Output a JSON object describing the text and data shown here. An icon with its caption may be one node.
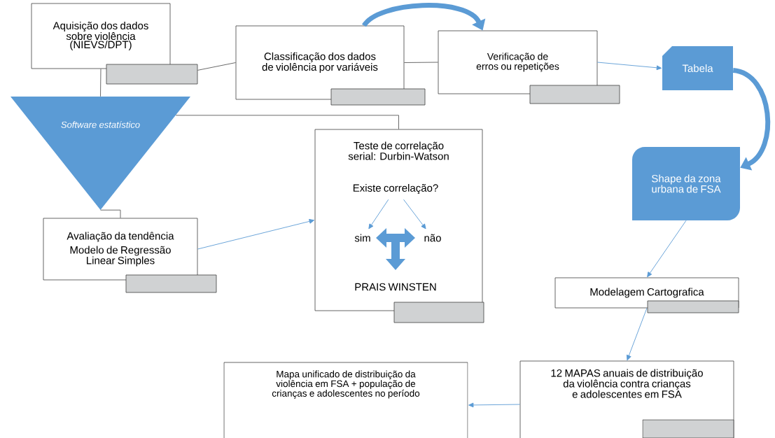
{
  "diagram": {
    "nodes": [
      {
        "text": [
          "Aquisição dos dados sobre violência (NIEVS/DPT)"
        ]
      },
      {
        "text": [
          "Classificação dos dados de violência por variáveis"
        ]
      },
      {
        "text": [
          "Verificação de erros ou repetições"
        ]
      },
      {
        "text": [
          "Tabela"
        ]
      },
      {
        "text": [
          "Software estatístico"
        ]
      },
      {
        "text": [
          "Teste de correlação serial: Durbin-Watson"
        ]
      },
      {
        "text": [
          "Existe correlação?"
        ],
        "in": 5
      },
      {
        "text": [
          "sim"
        ],
        "in": 5
      },
      {
        "text": [
          "não"
        ],
        "in": 5
      },
      {
        "text": [
          "PRAIS WINSTEN"
        ],
        "in": 5
      },
      {
        "text": [
          "Avaliação da tendência",
          "Modelo de Regressão Linear Simples"
        ]
      },
      {
        "text": [
          "Shape da zona urbana de FSA"
        ]
      },
      {
        "text": [
          "Modelagem Cartografica"
        ]
      },
      {
        "text": [
          "12 MAPAS anuais de distribuição da violência contra crianças e adolescentes em FSA"
        ]
      },
      {
        "text": [
          "Mapa unificado de distribuição da violência em FSA + população de crianças e adolescentes no período"
        ]
      }
    ],
    "edges": [
      {
        "from": 0,
        "to": 1,
        "arrow": "none",
        "color": "#595959"
      },
      {
        "from": 1,
        "to": 2,
        "arrow": "none",
        "color": "#595959"
      },
      {
        "from": 1,
        "to": 2,
        "arrow": "to",
        "style": "thick"
      },
      {
        "from": 2,
        "to": 3,
        "arrow": "to"
      },
      {
        "from": 3,
        "to": 11,
        "arrow": "to",
        "style": "thick"
      },
      {
        "from": 0,
        "to": 4,
        "arrow": "none",
        "color": "#595959"
      },
      {
        "from": 4,
        "to": 5,
        "arrow": "none",
        "color": "#595959"
      },
      {
        "from": 4,
        "to": 10,
        "arrow": "none",
        "color": "#595959"
      },
      {
        "from": 10,
        "to": 5,
        "arrow": "to"
      },
      {
        "from": 6,
        "to": 7,
        "arrow": "to"
      },
      {
        "from": 6,
        "to": 8,
        "arrow": "to"
      },
      {
        "from": 11,
        "to": 12,
        "arrow": "to"
      },
      {
        "from": 12,
        "to": 13,
        "arrow": "to"
      },
      {
        "from": 13,
        "to": 14,
        "arrow": "to"
      }
    ]
  }
}
